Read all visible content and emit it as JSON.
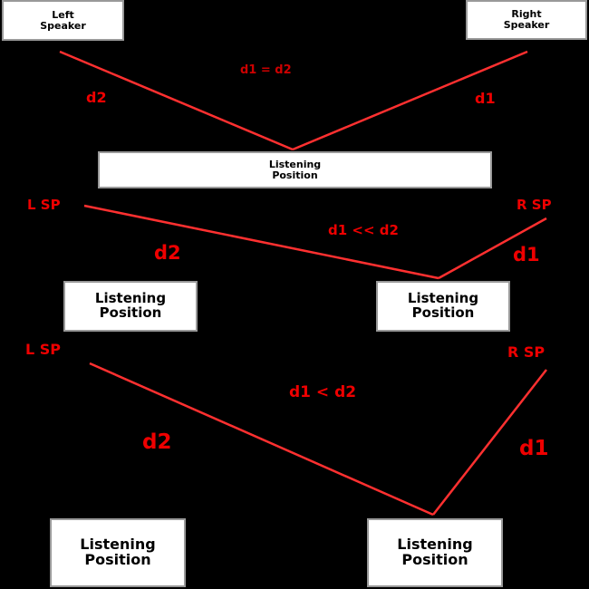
{
  "panel1": {
    "left_box": "Left\nSpeaker",
    "right_box": "Right\nSpeaker",
    "relation": "d1 = d2",
    "d2": "d2",
    "d1": "d1",
    "listening": "Listening\nPosition"
  },
  "panel2": {
    "left_sp": "L SP",
    "right_sp": "R SP",
    "relation": "d1 << d2",
    "d2": "d2",
    "d1": "d1",
    "listening_left": "Listening\nPosition",
    "listening_right": "Listening\nPosition"
  },
  "panel3": {
    "left_sp": "L SP",
    "right_sp": "R SP",
    "relation": "d1 < d2",
    "d2": "d2",
    "d1": "d1",
    "listening_left": "Listening\nPosition",
    "listening_right": "Listening\nPosition"
  },
  "colors": {
    "line": "#ff2020",
    "label": "#e00000",
    "background": "#000000"
  }
}
